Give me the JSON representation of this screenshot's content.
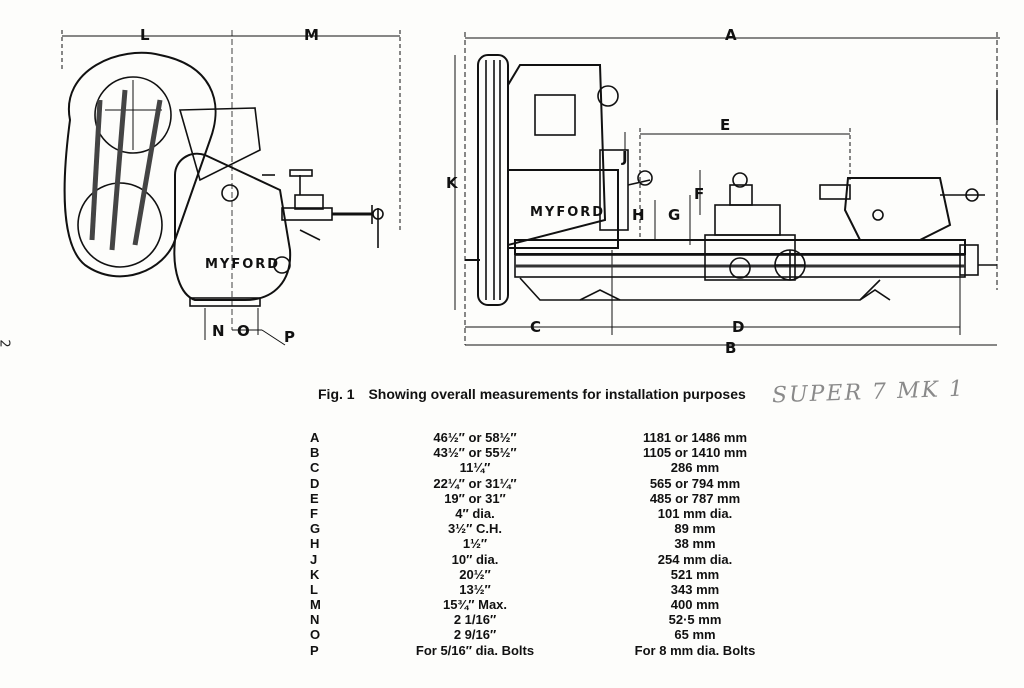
{
  "page_number": "2",
  "figure": {
    "number": "Fig. 1",
    "caption": "Showing overall measurements for installation purposes"
  },
  "handwritten_note": "SUPER 7 MK 1",
  "brand_left": "MYFORD",
  "brand_right": "MYFORD",
  "dimension_labels": {
    "L": "L",
    "M": "M",
    "N": "N",
    "O": "O",
    "P": "P",
    "A": "A",
    "B": "B",
    "C": "C",
    "D": "D",
    "E": "E",
    "F": "F",
    "G": "G",
    "H": "H",
    "J": "J",
    "K": "K"
  },
  "measurements": [
    {
      "letter": "A",
      "imperial": "46½″ or 58½″",
      "metric": "1181 or 1486 mm"
    },
    {
      "letter": "B",
      "imperial": "43½″ or 55½″",
      "metric": "1105 or 1410 mm"
    },
    {
      "letter": "C",
      "imperial": "11¼″",
      "metric": "286 mm"
    },
    {
      "letter": "D",
      "imperial": "22¼″ or 31¼″",
      "metric": "565 or 794 mm"
    },
    {
      "letter": "E",
      "imperial": "19″ or 31″",
      "metric": "485 or 787 mm"
    },
    {
      "letter": "F",
      "imperial": "4″ dia.",
      "metric": "101 mm dia."
    },
    {
      "letter": "G",
      "imperial": "3½″ C.H.",
      "metric": "89 mm"
    },
    {
      "letter": "H",
      "imperial": "1½″",
      "metric": "38 mm"
    },
    {
      "letter": "J",
      "imperial": "10″ dia.",
      "metric": "254 mm dia."
    },
    {
      "letter": "K",
      "imperial": "20½″",
      "metric": "521 mm"
    },
    {
      "letter": "L",
      "imperial": "13½″",
      "metric": "343 mm"
    },
    {
      "letter": "M",
      "imperial": "15¾″ Max.",
      "metric": "400 mm"
    },
    {
      "letter": "N",
      "imperial": "2 1/16″",
      "metric": "52·5 mm"
    },
    {
      "letter": "O",
      "imperial": "2 9/16″",
      "metric": "65 mm"
    },
    {
      "letter": "P",
      "imperial": "For 5/16″ dia. Bolts",
      "metric": "For 8 mm dia. Bolts"
    }
  ]
}
